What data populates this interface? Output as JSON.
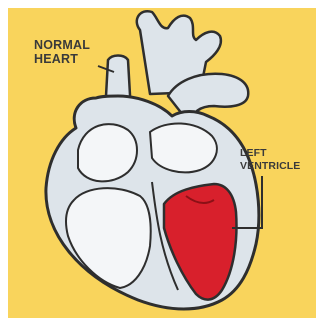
{
  "labels": {
    "heart_line1": "NORMAL",
    "heart_line2": "HEART",
    "ventricle_line1": "LEFT",
    "ventricle_line2": "VENTRICLE"
  },
  "colors": {
    "background": "#f9d45c",
    "frame": "#ffffff",
    "heart_fill": "#dde4ea",
    "heart_outline": "#2e2e2e",
    "chamber_fill": "#f4f6f8",
    "left_ventricle": "#d8202c"
  }
}
